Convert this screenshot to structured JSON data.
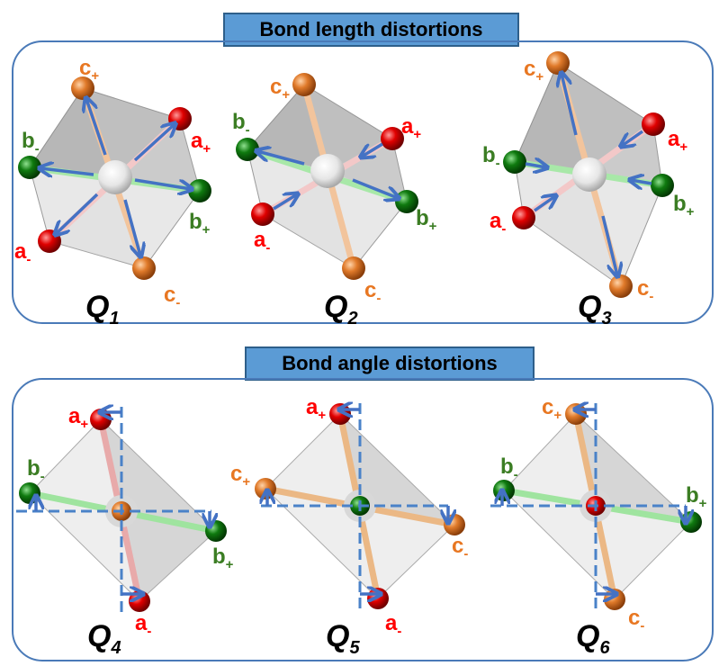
{
  "sections": {
    "bond_length": {
      "title": "Bond length distortions"
    },
    "bond_angle": {
      "title": "Bond angle distortions"
    }
  },
  "modes": [
    {
      "letter": "Q",
      "index": "1"
    },
    {
      "letter": "Q",
      "index": "2"
    },
    {
      "letter": "Q",
      "index": "3"
    },
    {
      "letter": "Q",
      "index": "4"
    },
    {
      "letter": "Q",
      "index": "5"
    },
    {
      "letter": "Q",
      "index": "6"
    }
  ],
  "atoms": {
    "a": "a",
    "b": "b",
    "c": "c",
    "plus": "+",
    "minus": "-"
  },
  "colors": {
    "banner": "#5b9bd5",
    "panel_border": "#4a7ab8",
    "arrow": "#4472c4",
    "a_atom": "#e00000",
    "b_atom": "#0f7a0f",
    "c_atom": "#e07a2a",
    "a_label": "#ff0000",
    "b_label": "#3b7d23",
    "c_label": "#e87722"
  }
}
